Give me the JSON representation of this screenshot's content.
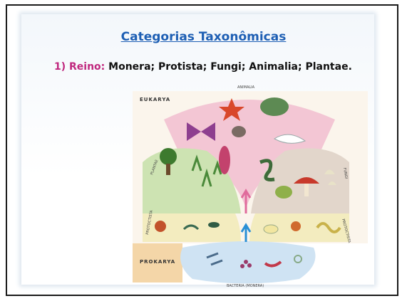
{
  "slide": {
    "title": "Categorias Taxonômicas",
    "reino_label": "1) Reino:",
    "reino_text": "Monera; Protista; Fungi; Animalia; Plantae."
  },
  "diagram": {
    "eukarya": "EUKARYA",
    "prokarya": "PROKARYA",
    "animalia": "ANIMALIA",
    "plantae": "PLANTAE",
    "fungi": "FUNGI",
    "protoctista_left": "PROTOCTISTA",
    "protoctista_right": "PROTOCTISTA",
    "bacteria": "BACTERIA (MONERA)"
  },
  "colors": {
    "title": "#1e5fb4",
    "reino_label": "#c0287e",
    "animalia_band": "#f3c6d4",
    "plantae_band": "#cde3b2",
    "fungi_band": "#e2d6cb",
    "protoctista_band": "#f3ecbf",
    "prokarya_band": "#f4d6a8",
    "bacteria_band": "#cfe3f3"
  }
}
